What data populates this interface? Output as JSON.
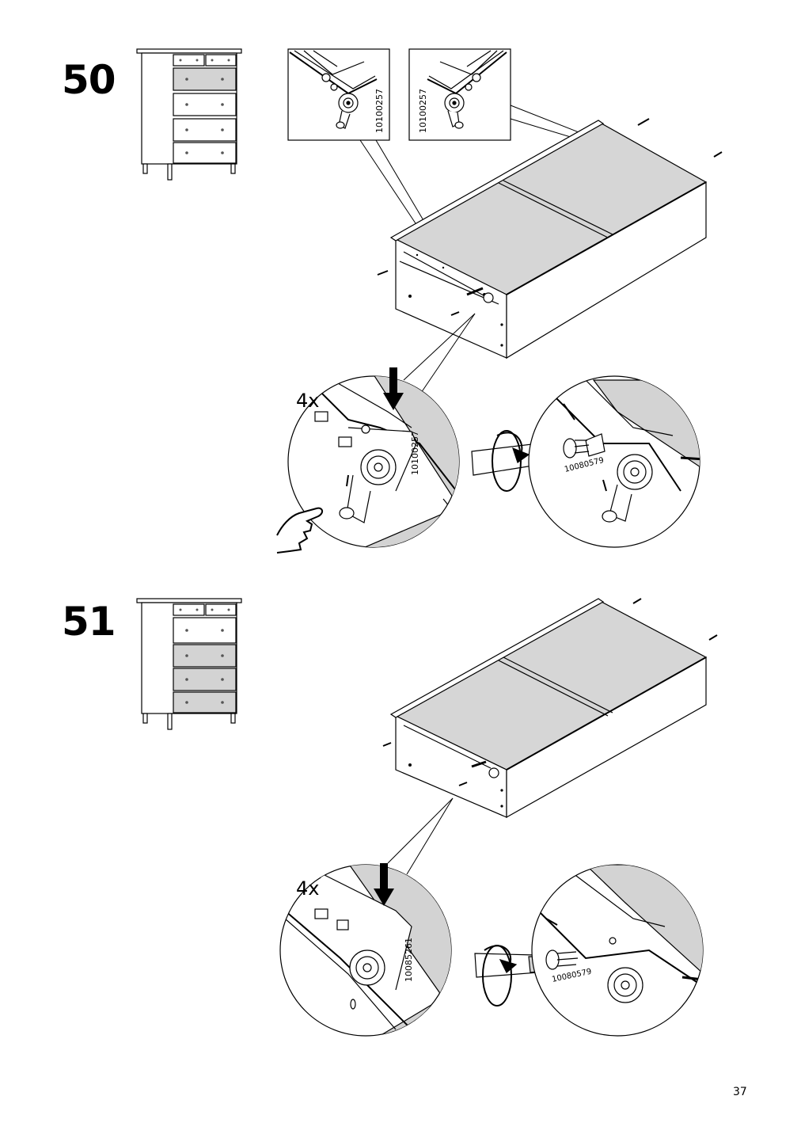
{
  "page": {
    "number": "37"
  },
  "steps": [
    {
      "number": "50",
      "quantity": "4x",
      "part_codes": {
        "detail_left": "10100257",
        "detail_right": "10100257",
        "roller": "10100257",
        "screw": "10080579"
      }
    },
    {
      "number": "51",
      "quantity": "4x",
      "part_codes": {
        "roller": "10085261",
        "screw": "10080579"
      }
    }
  ]
}
